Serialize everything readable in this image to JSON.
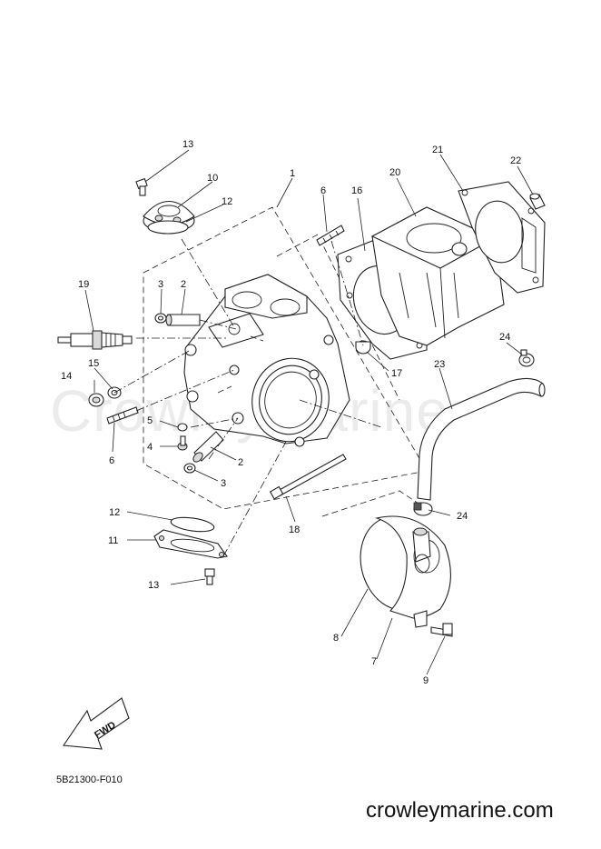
{
  "watermark": "CrowleyMarine",
  "drawing_code": "5B21300-F010",
  "site_credit": "crowleymarine.com",
  "fwd_label": "FWD",
  "callouts": {
    "c1": "1",
    "c2a": "2",
    "c2b": "2",
    "c3a": "3",
    "c3b": "3",
    "c4": "4",
    "c5": "5",
    "c6a": "6",
    "c6b": "6",
    "c7": "7",
    "c8": "8",
    "c9": "9",
    "c10": "10",
    "c11": "11",
    "c12a": "12",
    "c12b": "12",
    "c13a": "13",
    "c13b": "13",
    "c14": "14",
    "c15": "15",
    "c16": "16",
    "c17": "17",
    "c18": "18",
    "c19": "19",
    "c20": "20",
    "c21": "21",
    "c22": "22",
    "c23": "23",
    "c24a": "24",
    "c24b": "24"
  }
}
